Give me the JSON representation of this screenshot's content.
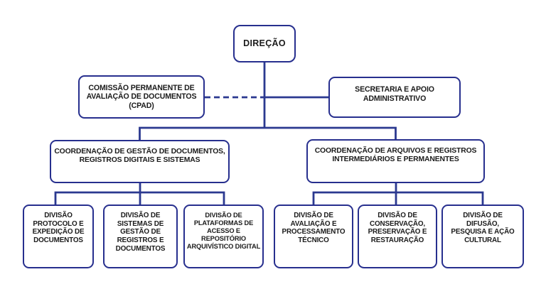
{
  "colors": {
    "box_border": "#272f8e",
    "connector_line": "#2b3990",
    "text": "#1b1b1b",
    "background": "#ffffff"
  },
  "org": {
    "direcao": {
      "label": "DIREÇÃO"
    },
    "cpad": {
      "label": "COMISSÃO PERMANENTE DE\nAVALIAÇÃO DE DOCUMENTOS\n(CPAD)"
    },
    "secretaria": {
      "label": "SECRETARIA E APOIO\nADMINISTRATIVO"
    },
    "coord_gestao": {
      "label": "COORDENAÇÃO DE GESTÃO DE DOCUMENTOS,\nREGISTROS DIGITAIS E SISTEMAS"
    },
    "coord_arquivos": {
      "label": "COORDENAÇÃO DE ARQUIVOS E REGISTROS\nINTERMEDIÁRIOS E PERMANENTES"
    },
    "div_protocolo": {
      "label": "DIVISÃO\nPROTOCOLO E\nEXPEDIÇÃO DE\nDOCUMENTOS"
    },
    "div_sistemas": {
      "label": "DIVISÃO DE\nSISTEMAS DE\nGESTÃO DE\nREGISTROS E\nDOCUMENTOS"
    },
    "div_plataformas": {
      "label": "DIVISÃO DE\nPLATAFORMAS DE\nACESSO E REPOSITÓRIO\nARQUIVÍSTICO DIGITAL"
    },
    "div_avaliacao": {
      "label": "DIVISÃO DE\nAVALIAÇÃO E\nPROCESSAMENTO\nTÉCNICO"
    },
    "div_conservacao": {
      "label": "DIVISÃO DE\nCONSERVAÇÃO,\nPRESERVAÇÃO E\nRESTAURAÇÃO"
    },
    "div_difusao": {
      "label": "DIVISÃO DE\nDIFUSÃO,\nPESQUISA E AÇÃO\nCULTURAL"
    }
  }
}
